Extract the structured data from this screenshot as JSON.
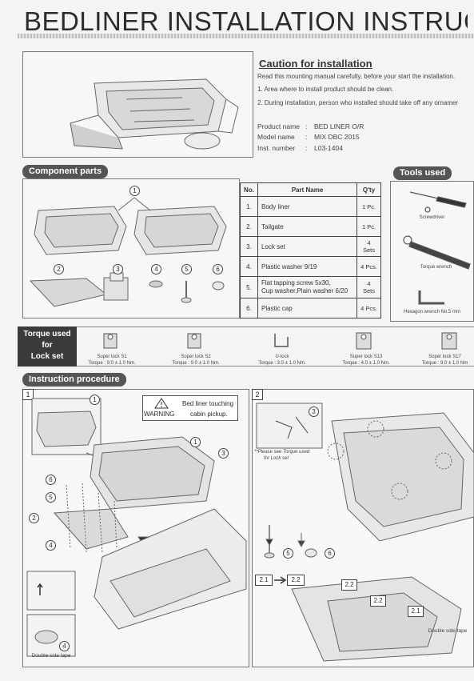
{
  "title": "BEDLINER INSTALLATION INSTRUCTION",
  "caution": {
    "heading": "Caution for installation",
    "lines": [
      "Read this mounting manual carefully, before your start the installation.",
      "1. Area where to install product should be clean.",
      "2. During installation, person who installed should take off any ornamer"
    ]
  },
  "product_info": {
    "rows": [
      {
        "label": "Product name",
        "sep": ":",
        "value": "BED LINER O/R"
      },
      {
        "label": "Model name",
        "sep": ":",
        "value": "MIX DBC 2015"
      },
      {
        "label": "Inst. number",
        "sep": ":",
        "value": "L03-1404"
      }
    ]
  },
  "sections": {
    "components": "Component parts",
    "tools": "Tools used",
    "procedure": "Instruction procedure"
  },
  "parts_table": {
    "headers": [
      "No.",
      "Part Name",
      "Q'ty"
    ],
    "rows": [
      {
        "no": "1.",
        "name": "Body liner",
        "qty": "1 Pc."
      },
      {
        "no": "2.",
        "name": "Tailgate",
        "qty": "1 Pc."
      },
      {
        "no": "3.",
        "name": "Lock set",
        "qty": "4 Sets"
      },
      {
        "no": "4.",
        "name": "Plastic washer 9/19",
        "qty": "4 Pcs."
      },
      {
        "no": "5.",
        "name": "Flat tapping screw 5x30,",
        "name2": "Cup washer,Plain washer 6/20",
        "qty": "4 Sets"
      },
      {
        "no": "6.",
        "name": "Plastic cap",
        "qty": "4 Pcs."
      }
    ]
  },
  "component_markers": [
    "1",
    "2",
    "3",
    "4",
    "5",
    "6"
  ],
  "tools": [
    {
      "label": "Screwdriver",
      "icon": "screwdriver-icon"
    },
    {
      "label": "Torque wrench",
      "icon": "torque-wrench-icon"
    },
    {
      "label": "Hexagon wrench No.5 mm",
      "icon": "hex-wrench-icon"
    }
  ],
  "torque": {
    "label": [
      "Torque used",
      "for",
      "Lock set"
    ],
    "locks": [
      {
        "name": "Super lock S1",
        "torque": "Torque : 9.0 ± 1.0 Nm."
      },
      {
        "name": "Super lock S2",
        "torque": "Torque : 9.0 ± 1.0 Nm."
      },
      {
        "name": "U-lock",
        "torque": "Torque : 3.0 ± 1.0 Nm."
      },
      {
        "name": "Super lock S13",
        "torque": "Torque : 4.0 ± 1.0 Nm."
      },
      {
        "name": "Super lock S17",
        "torque": "Torque : 9.0 ± 1.0 Nm"
      }
    ]
  },
  "steps": {
    "step1": {
      "number": "1",
      "warning_label": "WARNING",
      "warning_text_1": "Bed liner touching",
      "warning_text_2": "cabin pickup.",
      "markers": [
        "1",
        "1",
        "3",
        "6",
        "5",
        "2",
        "4",
        "4"
      ],
      "tape_label": "Double side tape"
    },
    "step2": {
      "number": "2",
      "note_1": "**Please see Torque used",
      "note_2": "for Lock set",
      "markers": [
        "3",
        "5",
        "6"
      ],
      "sub_from": "2.1",
      "sub_to": "2.2",
      "sub_labels": [
        "2.2",
        "2.2",
        "2.1"
      ],
      "tape_label": "Double side tape"
    }
  }
}
